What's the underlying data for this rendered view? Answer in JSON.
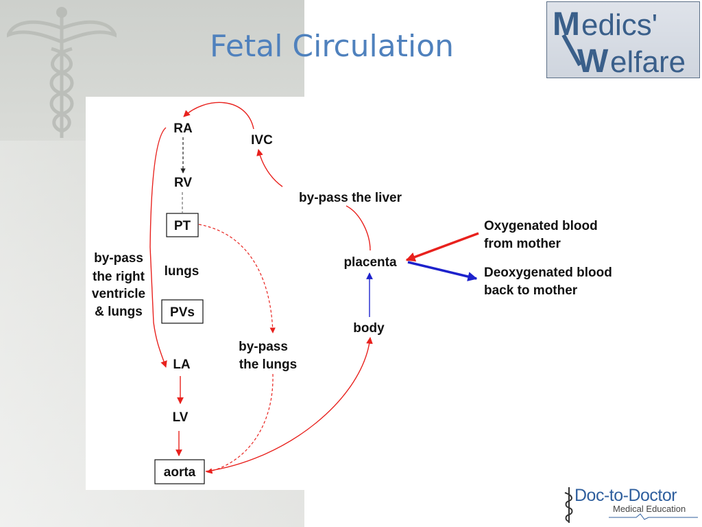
{
  "slide": {
    "title": "Fetal Circulation"
  },
  "logos": {
    "medics_welfare": {
      "line1": "Medics'",
      "line2": "Welfare"
    },
    "doc_to_doctor": {
      "main": "Doc-to-Doctor",
      "sub": "Medical Education"
    }
  },
  "diagram": {
    "nodes": {
      "ra": "RA",
      "rv": "RV",
      "pt": "PT",
      "lungs": "lungs",
      "pvs": "PVs",
      "la": "LA",
      "lv": "LV",
      "aorta": "aorta",
      "ivc": "IVC",
      "placenta": "placenta",
      "body": "body"
    },
    "labels": {
      "bypass_right": [
        "by-pass",
        "the right",
        "ventricle",
        "& lungs"
      ],
      "bypass_lungs": [
        "by-pass",
        "the lungs"
      ],
      "bypass_liver": "by-pass the liver",
      "oxygenated": [
        "Oxygenated blood",
        "from mother"
      ],
      "deoxygenated": [
        "Deoxygenated blood",
        "back to mother"
      ]
    },
    "colors": {
      "oxygenated_flow": "#e8211d",
      "deoxygenated_flow": "#1d22cc",
      "normal_path": "#333333"
    }
  }
}
